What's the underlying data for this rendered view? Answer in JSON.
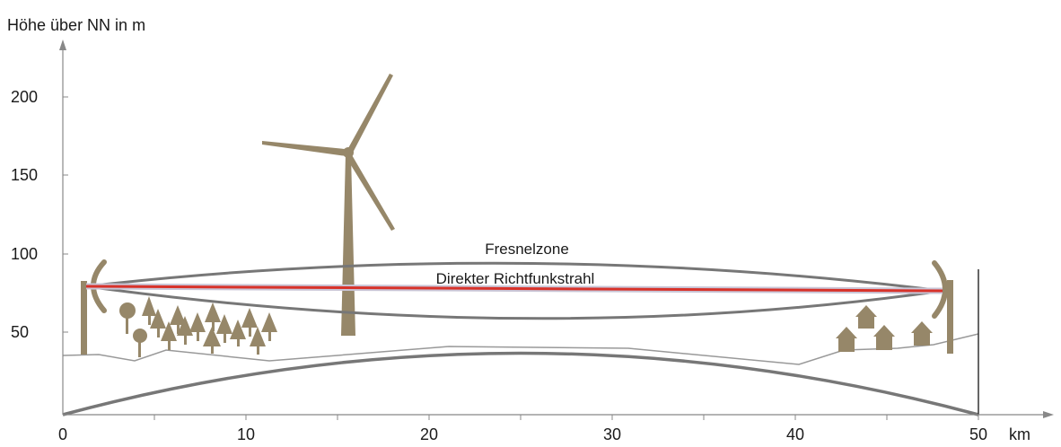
{
  "chart_data": {
    "type": "diagram",
    "ylabel": "Höhe über NN in m",
    "xlabel": "km",
    "x_ticks": [
      "0",
      "10",
      "20",
      "30",
      "40",
      "50"
    ],
    "y_ticks": [
      "50",
      "100",
      "150",
      "200"
    ],
    "annotations": {
      "fresnel": "Fresnelzone",
      "beam": "Direkter Richtfunkstrahl"
    },
    "link": {
      "start_km": 1.3,
      "start_m": 78,
      "end_km": 48.5,
      "end_m": 75
    },
    "colors": {
      "beam": "#d8322a",
      "fresnel": "#777777",
      "objects": "#968769",
      "ground": "#888888",
      "axis": "#888888"
    },
    "icons": [
      "antenna-icon",
      "tree-icon",
      "wind-turbine-icon",
      "house-icon"
    ]
  }
}
